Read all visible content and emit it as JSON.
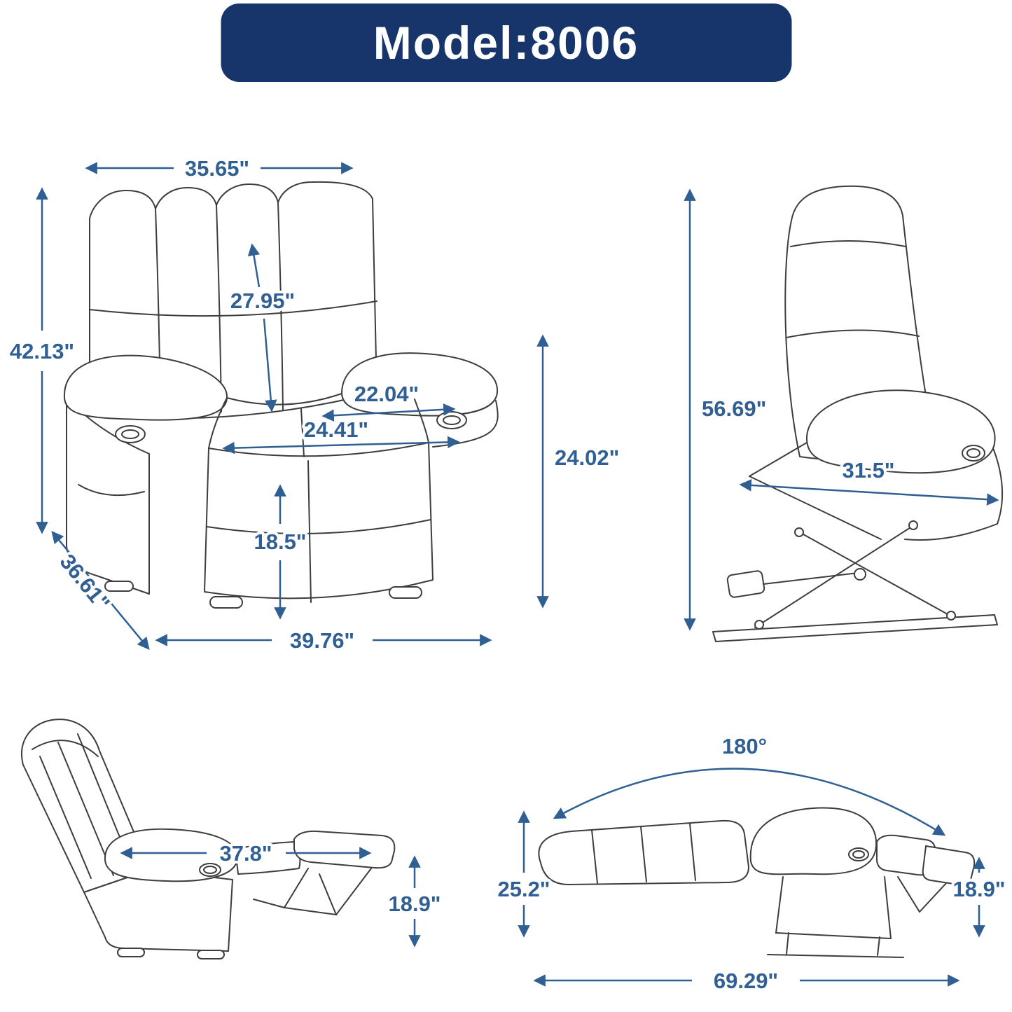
{
  "header": {
    "title": "Model:8006"
  },
  "colors": {
    "badge_bg": "#17356b",
    "dim_color": "#2f5f93",
    "art_color": "#3d3d3d"
  },
  "views": {
    "front": {
      "top_width": "35.65\"",
      "overall_height": "42.13\"",
      "backrest_height": "27.95\"",
      "seat_width": "22.04\"",
      "width_between_arms": "24.41\"",
      "arm_height": "24.02\"",
      "seat_height": "18.5\"",
      "overall_depth": "36.61\"",
      "base_width": "39.76\""
    },
    "lifted": {
      "lift_height": "56.69\"",
      "seat_diagonal": "31.5\""
    },
    "reclined": {
      "recline_extension": "37.8\"",
      "footrest_height": "18.9\""
    },
    "flat": {
      "recline_angle": "180°",
      "platform_height": "25.2\"",
      "footrest_height": "18.9\"",
      "total_length": "69.29\""
    }
  }
}
